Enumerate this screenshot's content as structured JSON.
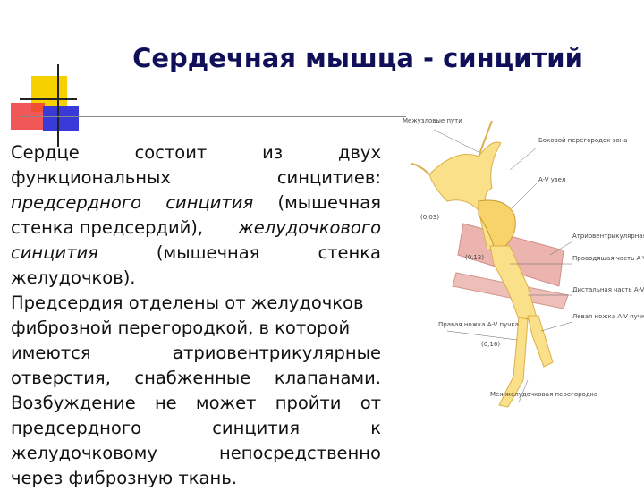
{
  "slide": {
    "title": "Сердечная мышца - синцитий",
    "paragraph": [
      [
        "Сердце",
        "состоит",
        "из",
        "двух"
      ],
      [
        "функциональных",
        "синцитиев:"
      ],
      [
        "предсердного",
        "синцития",
        "(мышечная"
      ],
      [
        "стенка предсердий),",
        "желудочкового"
      ],
      [
        "синцития",
        "(мышечная",
        "стенка"
      ],
      [
        "желудочков)."
      ],
      [
        "Предсердия отделены от желудочков"
      ],
      [
        "фиброзной перегородкой, в которой"
      ],
      [
        "имеются",
        "атриовентрикулярные"
      ],
      [
        "отверстия,",
        "снабженные",
        "клапанами."
      ],
      [
        "Возбуждение",
        "не",
        "может",
        "пройти",
        "от"
      ],
      [
        "предсердного",
        "синцития",
        "к"
      ],
      [
        "желудочковому",
        "непосредственно"
      ],
      [
        "через фиброзную ткань."
      ]
    ]
  },
  "figure": {
    "labels": {
      "nodal": "Межузловые пути",
      "sinus": "Боковой перегородок зона",
      "av_node": "A-V узел",
      "t1": "(0,03)",
      "fibrous": "Атриовентрикулярная фиброзная перегородка",
      "penetrating": "Проводящая часть A-V пучка",
      "t2": "(0,12)",
      "distal": "Дистальная часть A-V пучка",
      "right_branch": "Правая ножка A-V пучка",
      "left_branch": "Левая ножка A-V пучка",
      "t3": "(0,16)",
      "septum": "Межжелудочковая перегородка"
    }
  }
}
